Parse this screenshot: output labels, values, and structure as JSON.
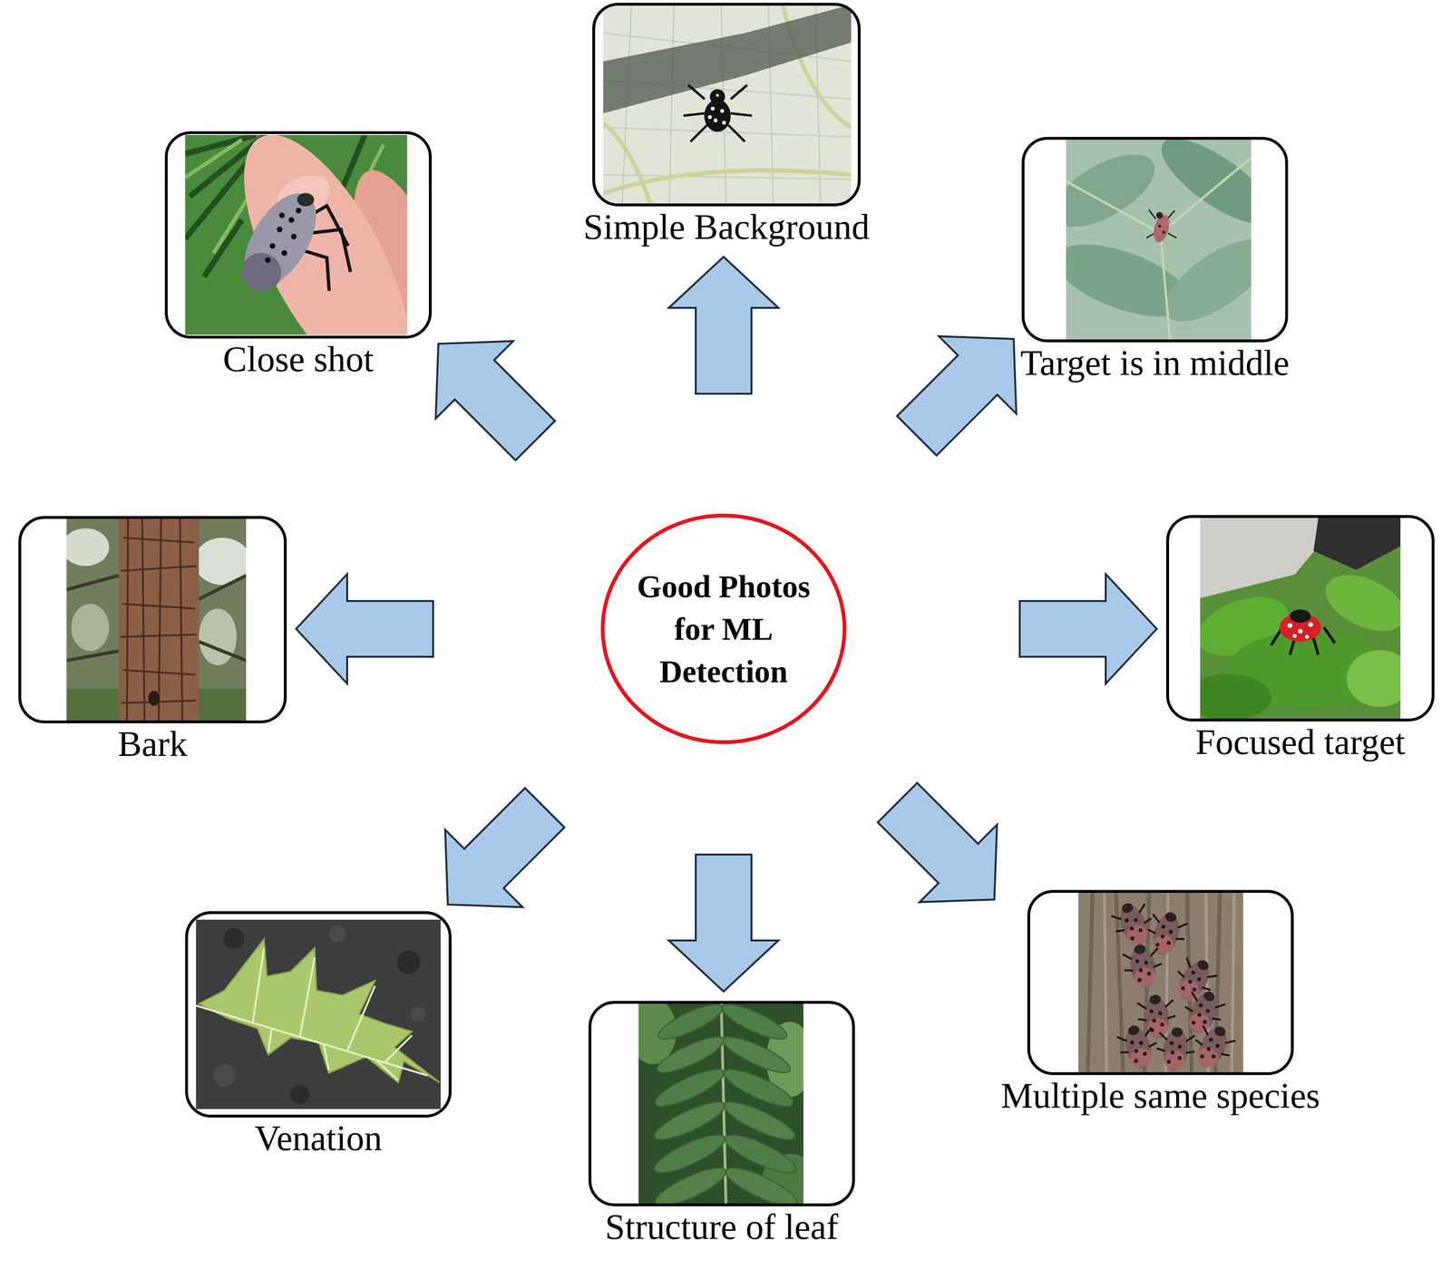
{
  "diagram": {
    "nodes": [
      {
        "text": [
          "Good Photos for ML Detection"
        ]
      },
      {
        "text": [
          "Close shot"
        ]
      },
      {
        "text": [
          "Simple Background"
        ]
      },
      {
        "text": [
          "Target is in middle"
        ]
      },
      {
        "text": [
          "Bark"
        ]
      },
      {
        "text": [
          "Focused target"
        ]
      },
      {
        "text": [
          "Venation"
        ]
      },
      {
        "text": [
          "Structure of leaf"
        ]
      },
      {
        "text": [
          "Multiple same species"
        ]
      }
    ],
    "edges": [
      {
        "from": 0,
        "to": 1,
        "arrow": "to"
      },
      {
        "from": 0,
        "to": 2,
        "arrow": "to"
      },
      {
        "from": 0,
        "to": 3,
        "arrow": "to"
      },
      {
        "from": 0,
        "to": 4,
        "arrow": "to"
      },
      {
        "from": 0,
        "to": 5,
        "arrow": "to"
      },
      {
        "from": 0,
        "to": 6,
        "arrow": "to"
      },
      {
        "from": 0,
        "to": 7,
        "arrow": "to"
      },
      {
        "from": 0,
        "to": 8,
        "arrow": "to"
      }
    ]
  }
}
